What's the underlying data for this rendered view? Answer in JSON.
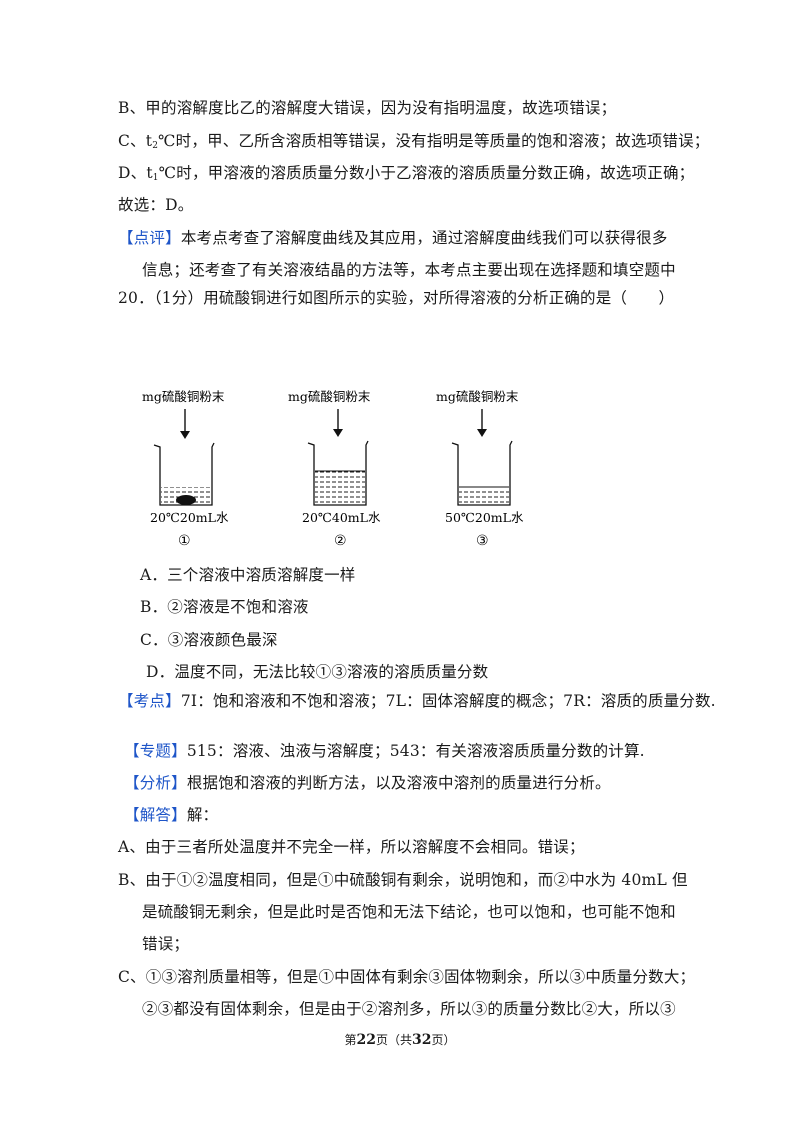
{
  "lines": {
    "b_prev": "B、甲的溶解度比乙的溶解度大错误，因为没有指明温度，故选项错误；",
    "c_prev_a": "C、t",
    "c_prev_sub": "2",
    "c_prev_b": "℃时，甲、乙所含溶质相等错误，没有指明是等质量的饱和溶液；故选项错误；",
    "d_prev_a": "D、t",
    "d_prev_sub": "1",
    "d_prev_b": "℃时，甲溶液的溶质质量分数小于乙溶液的溶质质量分数正确，故选项正确；",
    "choose": "故选：D。",
    "review_tag": "【点评】",
    "review_1": "本考点考查了溶解度曲线及其应用，通过溶解度曲线我们可以获得很多",
    "review_2": "信息；还考查了有关溶液结晶的方法等，本考点主要出现在选择题和填空题中",
    "q20": "20．（1分）用硫酸铜进行如图所示的实验，对所得溶液的分析正确的是（　　）"
  },
  "figure": {
    "powder_labels": [
      "mg硫酸铜粉末",
      "mg硫酸铜粉末",
      "mg硫酸铜粉末"
    ],
    "water_labels": [
      "20℃20mL水",
      "20℃40mL水",
      "50℃20mL水"
    ],
    "numbers": [
      "①",
      "②",
      "③"
    ]
  },
  "options": {
    "a": "A．三个溶液中溶质溶解度一样",
    "b": "B．②溶液是不饱和溶液",
    "c": "C．③溶液颜色最深",
    "d": "D．温度不同，无法比较①③溶液的溶质质量分数"
  },
  "kaodian_tag": "【考点】",
  "kaodian": "7I：饱和溶液和不饱和溶液；7L：固体溶解度的概念；7R：溶质的质量分数.",
  "zhuanti_tag": "【专题】",
  "zhuanti": "515：溶液、浊液与溶解度；543：有关溶液溶质质量分数的计算.",
  "fenxi_tag": "【分析】",
  "fenxi": "根据饱和溶液的判断方法，以及溶液中溶剂的质量进行分析。",
  "jieda_tag": "【解答】",
  "jieda": "解：",
  "answer": {
    "a": "A、由于三者所处温度并不完全一样，所以溶解度不会相同。错误；",
    "b1": "B、由于①②温度相同，但是①中硫酸铜有剩余，说明饱和，而②中水为 40mL 但",
    "b2": "是硫酸铜无剩余，但是此时是否饱和无法下结论，也可以饱和，也可能不饱和",
    "b3": "错误；",
    "c1": "C、①③溶剂质量相等，但是①中固体有剩余③固体物剩余，所以③中质量分数大；",
    "c2": "②③都没有固体剩余，但是由于②溶剂多，所以③的质量分数比②大，所以③"
  },
  "footer": {
    "pre": "第",
    "page": "22",
    "mid": "页（共",
    "total": "32",
    "post": "页）"
  }
}
